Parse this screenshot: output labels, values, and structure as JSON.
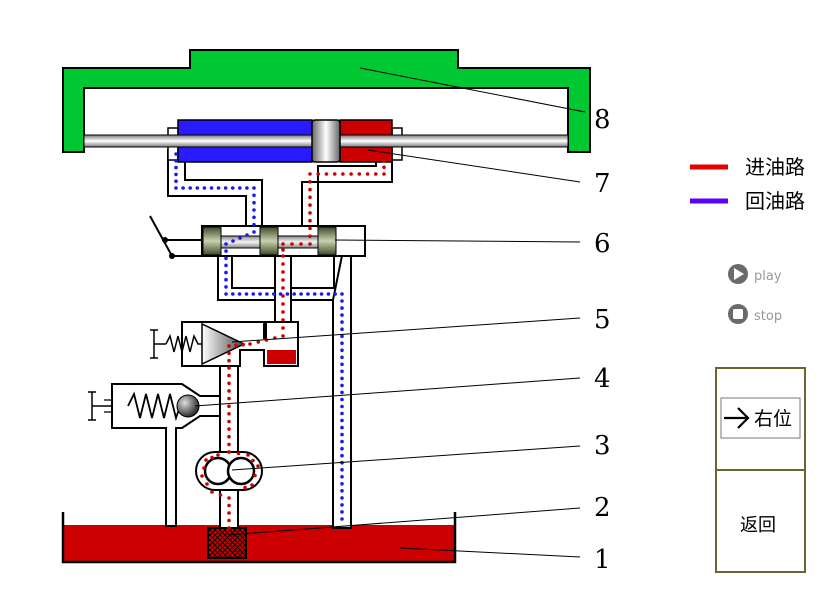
{
  "legend": {
    "supply": {
      "label": "进油路",
      "color": "#e60000"
    },
    "return": {
      "label": "回油路",
      "color": "#5a00ff"
    }
  },
  "controls": {
    "play_label": "play",
    "stop_label": "stop",
    "play_icon": "play-circle-icon",
    "stop_icon": "stop-circle-icon"
  },
  "panel": {
    "position_button_label": "右位",
    "position_icon": "arrow-right-icon",
    "back_button_label": "返回",
    "border_color": "#6b6630"
  },
  "callouts": [
    "1",
    "2",
    "3",
    "4",
    "5",
    "6",
    "7",
    "8"
  ],
  "colors": {
    "oil": "#cc0000",
    "worktable": "#00c832",
    "piston_left_chamber": "#2a1aff",
    "supply_dots": "#cc0000",
    "return_dots": "#1a1aee",
    "valve_spool": "#5f6e42"
  }
}
